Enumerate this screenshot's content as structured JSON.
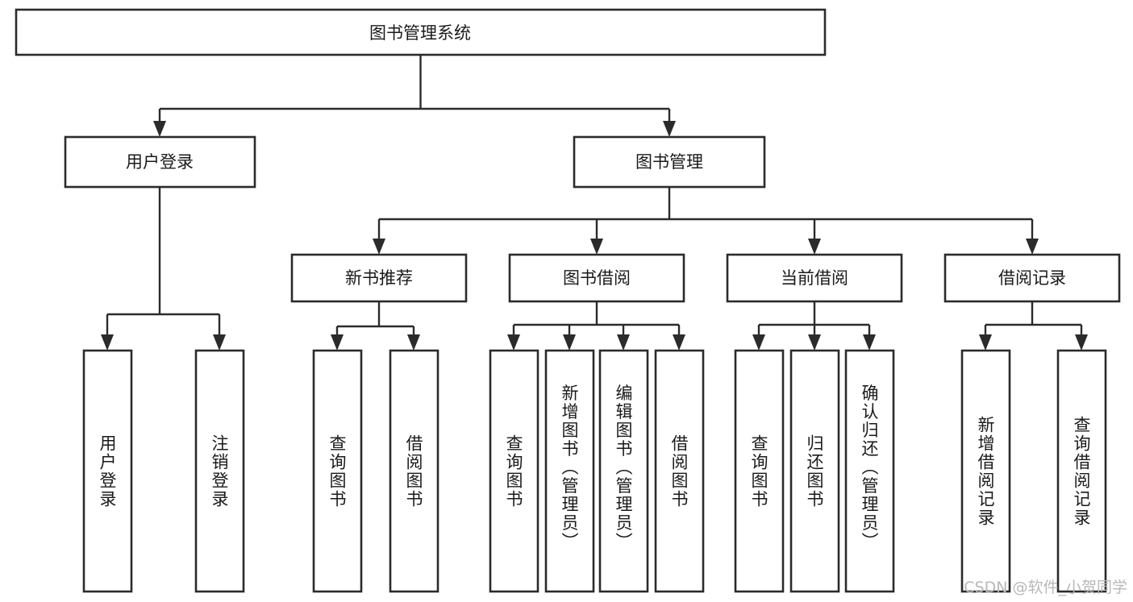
{
  "diagram": {
    "type": "tree-hierarchy-chart",
    "title": "图书管理系统",
    "orientation": "top-down",
    "colors": {
      "box_stroke": "#2b2b2b",
      "box_fill": "#ffffff",
      "connector": "#2b2b2b",
      "text": "#1a1a1a",
      "watermark": "#b8b8b8",
      "background": "#ffffff"
    },
    "levels": {
      "root": {
        "label": "图书管理系统"
      },
      "level2": [
        {
          "label": "用户登录"
        },
        {
          "label": "图书管理"
        }
      ],
      "level3": [
        {
          "label": "新书推荐"
        },
        {
          "label": "图书借阅"
        },
        {
          "label": "当前借阅"
        },
        {
          "label": "借阅记录"
        }
      ],
      "leaves": {
        "user_login": [
          {
            "label": "用户登录"
          },
          {
            "label": "注销登录"
          }
        ],
        "new_book_recommend": [
          {
            "label": "查询图书"
          },
          {
            "label": "借阅图书"
          }
        ],
        "book_borrow": [
          {
            "label": "查询图书"
          },
          {
            "label": "新增图书（管理员）"
          },
          {
            "label": "编辑图书（管理员）"
          },
          {
            "label": "借阅图书"
          }
        ],
        "current_borrow": [
          {
            "label": "查询图书"
          },
          {
            "label": "归还图书"
          },
          {
            "label": "确认归还（管理员）"
          }
        ],
        "borrow_record": [
          {
            "label": "新增借阅记录"
          },
          {
            "label": "查询借阅记录"
          }
        ]
      }
    },
    "watermark": "CSDN @软件_小贺同学"
  }
}
